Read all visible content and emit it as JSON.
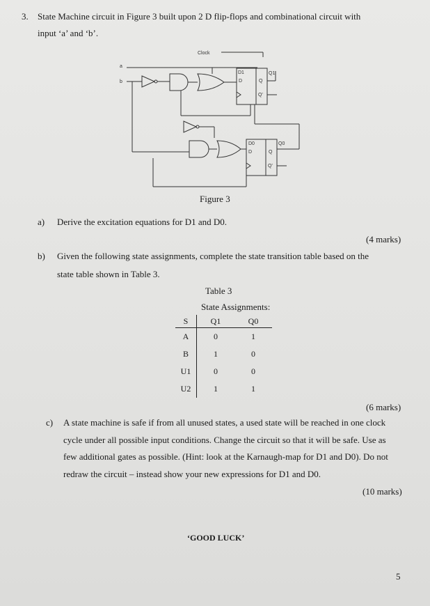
{
  "question": {
    "number": "3.",
    "stem_line1": "State Machine circuit in Figure 3 built upon 2 D flip-flops and combinational circuit with",
    "stem_line2": "input ‘a’ and ‘b’."
  },
  "figure": {
    "caption": "Figure 3",
    "labels": {
      "clock": "Clock",
      "a": "a",
      "b": "b",
      "d1": "D1",
      "q1": "Q1",
      "d0": "D0",
      "q0": "Q0",
      "ff_d": "D",
      "ff_q": "Q",
      "ff_qbar": "Q'"
    }
  },
  "part_a": {
    "label": "a)",
    "text": "Derive the excitation equations for D1 and D0.",
    "marks": "(4 marks)"
  },
  "part_b": {
    "label": "b)",
    "line1": "Given the following state assignments, complete the state transition table based on the",
    "line2": "state table shown in Table 3."
  },
  "table": {
    "title": "Table 3",
    "subtitle": "State Assignments:",
    "headers": [
      "S",
      "Q1",
      "Q0"
    ],
    "rows": [
      [
        "A",
        "0",
        "1"
      ],
      [
        "B",
        "1",
        "0"
      ],
      [
        "U1",
        "0",
        "0"
      ],
      [
        "U2",
        "1",
        "1"
      ]
    ],
    "marks": "(6 marks)"
  },
  "part_c": {
    "label": "c)",
    "line1": "A state machine is safe if from all unused states, a used state will be reached in one clock",
    "line2": "cycle under all possible input conditions. Change the circuit so that it will be safe. Use as",
    "line3": "few additional gates as possible. (Hint: look at the Karnaugh-map for D1 and D0). Do not",
    "line4": "redraw the circuit – instead show your new expressions for D1 and D0.",
    "marks": "(10 marks)"
  },
  "closing": "‘GOOD LUCK’",
  "page_number": "5"
}
